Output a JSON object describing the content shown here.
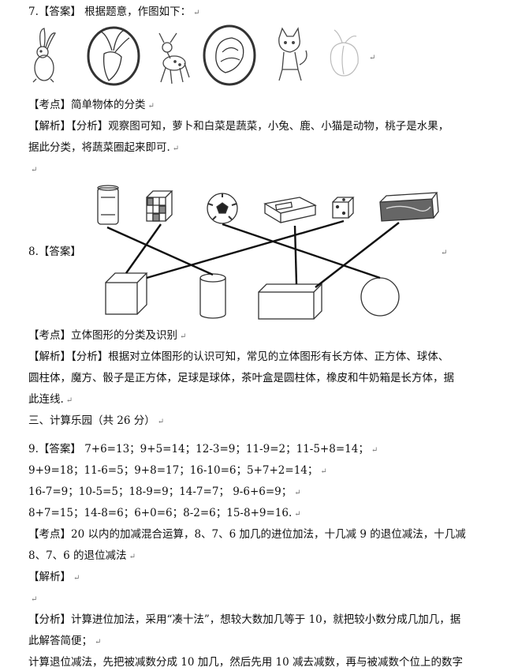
{
  "q7": {
    "title": "7.【答案】 根据题意，作图如下：",
    "icons": [
      "rabbit-icon",
      "radish-icon",
      "deer-icon",
      "cabbage-icon",
      "cat-icon",
      "peach-icon"
    ],
    "kaodian_label": "【考点】",
    "kaodian": "简单物体的分类",
    "jiexi_label": "【解析】【分析】",
    "jiexi_1": "观察图可知，萝卜和白菜是蔬菜，小兔、鹿、小猫是动物，桃子是水果，",
    "jiexi_2": "据此分类，将蔬菜圈起来即可."
  },
  "q8": {
    "title": "8.【答案】",
    "top_icons": [
      "can-icon",
      "rubiks-cube-icon",
      "soccer-ball-icon",
      "eraser-icon",
      "dice-icon",
      "milk-box-icon"
    ],
    "bottom_shapes": [
      "cube-shape",
      "cylinder-shape",
      "cuboid-shape",
      "sphere-shape"
    ],
    "kaodian_label": "【考点】",
    "kaodian": "立体图形的分类及识别",
    "jiexi_label": "【解析】【分析】",
    "jiexi_1": "根据对立体图形的认识可知，常见的立体图形有长方体、正方体、球体、",
    "jiexi_2": "圆柱体，魔方、骰子是正方体，足球是球体，茶叶盒是圆柱体，橡皮和牛奶箱是长方体，据",
    "jiexi_3": "此连线."
  },
  "section3": {
    "title": "三、计算乐园（共 26 分）"
  },
  "q9": {
    "title": "9.【答案】",
    "ans_1": "7+6=13；9+5=14；12-3=9；11-9=2；11-5+8=14；",
    "ans_2": "9+9=18；11-6=5；9+8=17；16-10=6；5+7+2=14；",
    "ans_3": "16-7=9；10-5=5；18-9=9；14-7=7；  9-6+6=9；",
    "ans_4": "8+7=15；14-8=6；6+0=6；8-2=6；15-8+9=16.",
    "kaodian_label": "【考点】",
    "kaodian_1": "20 以内的加减混合运算，8、7、6 加几的进位加法，十几减 9 的退位减法，十几减",
    "kaodian_2": "8、7、6 的退位减法",
    "jiexi_label": "【解析】",
    "fenxi_label": "【分析】",
    "fenxi_1": "计算进位加法，采用“凑十法”，想较大数加几等于 10，就把较小数分成几加几，据",
    "fenxi_2": "此解答简便；",
    "fenxi_3": "计算退位减法，先把被减数分成 10 加几，然后先用 10 减去减数，再与被减数个位上的数字"
  },
  "para_mark": "↵"
}
